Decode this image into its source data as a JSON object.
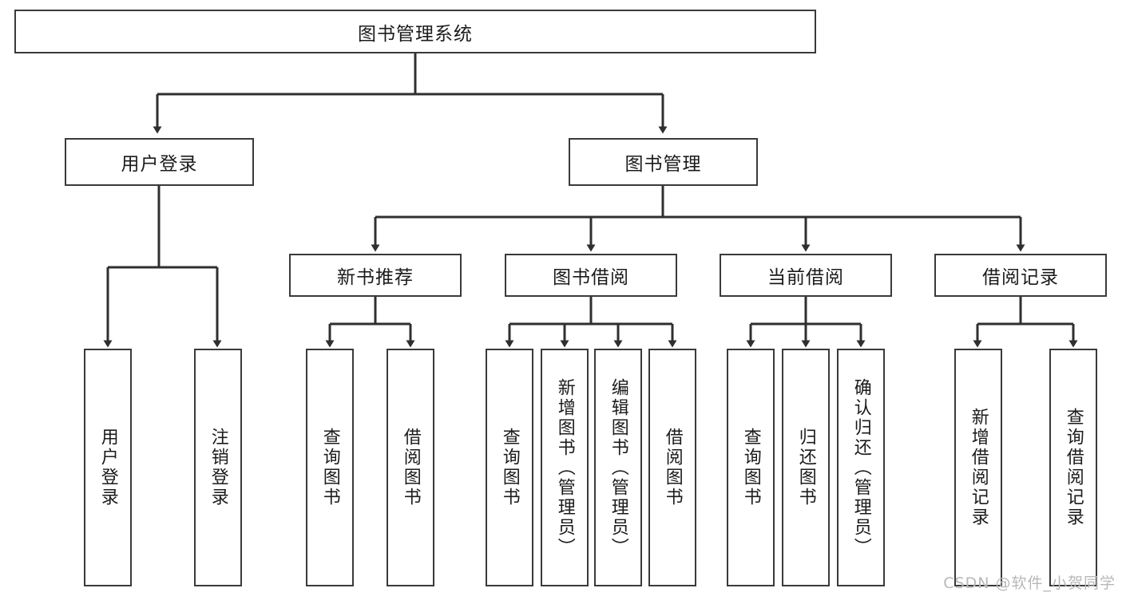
{
  "diagram": {
    "type": "tree",
    "title": "图书管理系统",
    "orientation": "top-down",
    "colors": {
      "box_border": "#3a3a3a",
      "box_fill": "#ffffff",
      "connector": "#2f2f2f",
      "text": "#1b1b1b",
      "watermark": "#b8b8b8",
      "background": "#ffffff"
    },
    "root": {
      "id": "root",
      "label": "图书管理系统"
    },
    "level2": [
      {
        "id": "login",
        "label": "用户登录"
      },
      {
        "id": "bookmgmt",
        "label": "图书管理"
      }
    ],
    "level3": [
      {
        "id": "newbook",
        "label": "新书推荐",
        "parent": "bookmgmt"
      },
      {
        "id": "borrow",
        "label": "图书借阅",
        "parent": "bookmgmt"
      },
      {
        "id": "current",
        "label": "当前借阅",
        "parent": "bookmgmt"
      },
      {
        "id": "records",
        "label": "借阅记录",
        "parent": "bookmgmt"
      }
    ],
    "leaves": {
      "login": [
        {
          "id": "leaf-user-login",
          "label": "用户登录"
        },
        {
          "id": "leaf-user-logout",
          "label": "注销登录"
        }
      ],
      "newbook": [
        {
          "id": "leaf-query-book-1",
          "label": "查询图书"
        },
        {
          "id": "leaf-borrow-book-1",
          "label": "借阅图书"
        }
      ],
      "borrow": [
        {
          "id": "leaf-query-book-2",
          "label": "查询图书"
        },
        {
          "id": "leaf-add-book",
          "label": "新增图书（管理员）"
        },
        {
          "id": "leaf-edit-book",
          "label": "编辑图书（管理员）"
        },
        {
          "id": "leaf-borrow-book-2",
          "label": "借阅图书"
        }
      ],
      "current": [
        {
          "id": "leaf-query-book-3",
          "label": "查询图书"
        },
        {
          "id": "leaf-return-book",
          "label": "归还图书"
        },
        {
          "id": "leaf-confirm-return",
          "label": "确认归还（管理员）"
        }
      ],
      "records": [
        {
          "id": "leaf-add-record",
          "label": "新增借阅记录"
        },
        {
          "id": "leaf-query-record",
          "label": "查询借阅记录"
        }
      ]
    },
    "watermark": "CSDN @软件_小贺同学"
  }
}
